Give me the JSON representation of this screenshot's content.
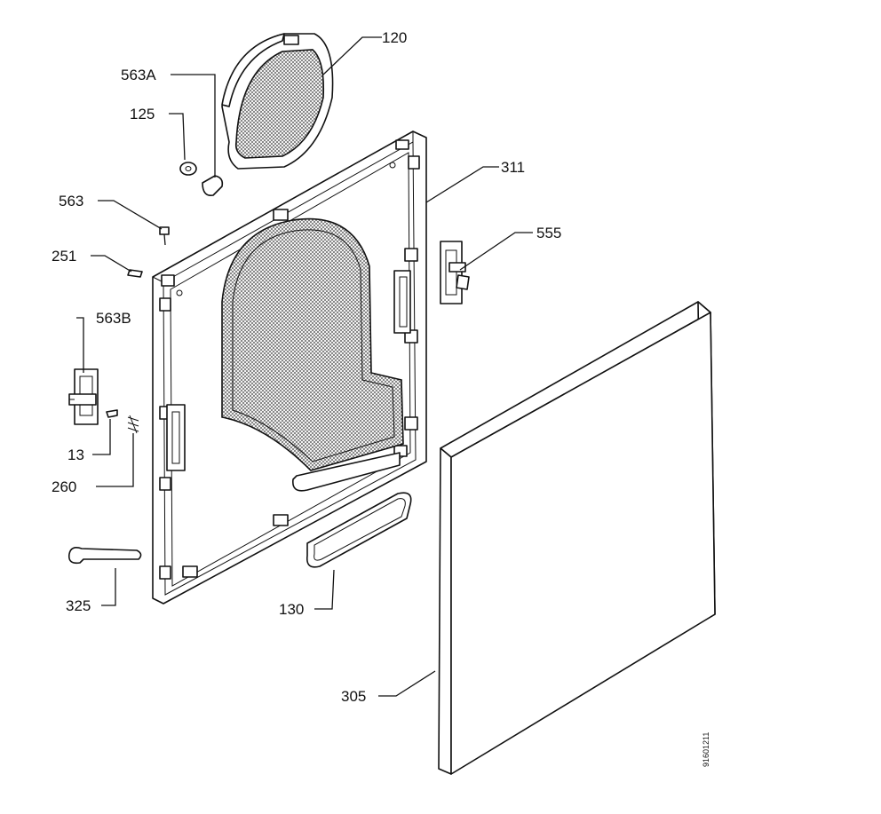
{
  "callouts": [
    {
      "id": "c120",
      "text": "120"
    },
    {
      "id": "c563a",
      "text": "563A"
    },
    {
      "id": "c125",
      "text": "125"
    },
    {
      "id": "c563",
      "text": "563"
    },
    {
      "id": "c251",
      "text": "251"
    },
    {
      "id": "c311",
      "text": "311"
    },
    {
      "id": "c555",
      "text": "555"
    },
    {
      "id": "c563b",
      "text": "563B"
    },
    {
      "id": "c13",
      "text": "13"
    },
    {
      "id": "c260",
      "text": "260"
    },
    {
      "id": "c325",
      "text": "325"
    },
    {
      "id": "c130",
      "text": "130"
    },
    {
      "id": "c305",
      "text": "305"
    }
  ],
  "drawing_number": "91601211"
}
